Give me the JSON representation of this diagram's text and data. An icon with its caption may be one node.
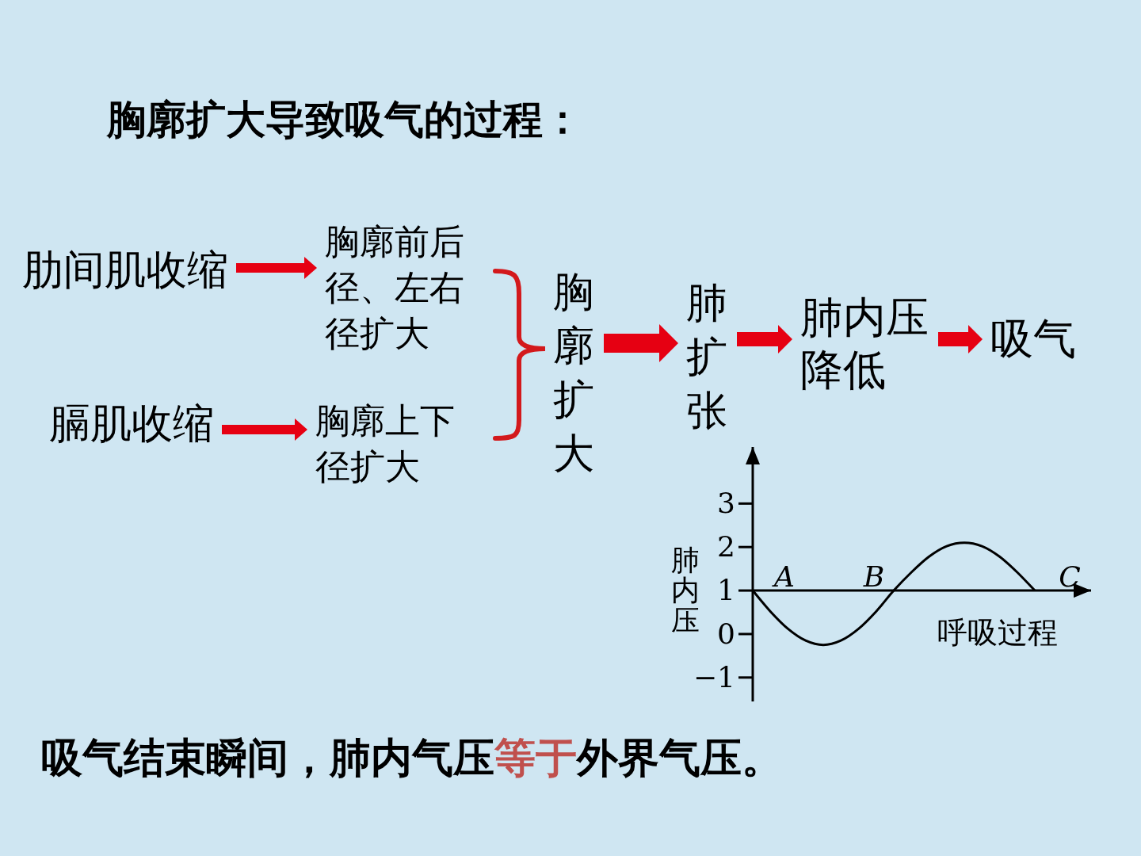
{
  "diagram": {
    "title": "胸廓扩大导致吸气的过程：",
    "caption": "吸气结束瞬间，肺内气压**等于**外界气压。",
    "nodes": [
      {
        "text": [
          "肋间肌收缩"
        ]
      },
      {
        "text": [
          "胸廓前后径、左右径扩大"
        ]
      },
      {
        "text": [
          "膈肌收缩"
        ]
      },
      {
        "text": [
          "胸廓上下径扩大"
        ]
      },
      {
        "text": [
          "胸廓扩大"
        ]
      },
      {
        "text": [
          "肺扩张"
        ]
      },
      {
        "text": [
          "肺内压降低"
        ]
      },
      {
        "text": [
          "吸气"
        ]
      }
    ],
    "edges": [
      {
        "from": 0,
        "to": 1,
        "arrow": "to"
      },
      {
        "from": 2,
        "to": 3,
        "arrow": "to"
      },
      {
        "from": 4,
        "to": 5,
        "arrow": "to"
      },
      {
        "from": 5,
        "to": 6,
        "arrow": "to"
      },
      {
        "from": 6,
        "to": 7,
        "arrow": "to"
      }
    ],
    "chart_data": {
      "type": "line",
      "xlabel": "呼吸过程",
      "ylabel": "肺内压",
      "categories": [
        null,
        null,
        null,
        null,
        null,
        null,
        null,
        null,
        null,
        null,
        null,
        null,
        null,
        null,
        null,
        null,
        null
      ],
      "series": [
        {
          "color": "#000000",
          "values": [
            1,
            0.52,
            0.12,
            -0.15,
            -0.25,
            -0.15,
            0.12,
            0.52,
            1,
            1.42,
            1.78,
            2.02,
            2.1,
            2.02,
            1.78,
            1.42,
            1
          ]
        }
      ],
      "ylim": [
        -1.55,
        4.3
      ],
      "yticks": [
        {
          "value": -1,
          "label": "−1"
        },
        {
          "value": 0,
          "label": "0"
        },
        {
          "value": 1,
          "label": "1"
        },
        {
          "value": 2,
          "label": "2"
        },
        {
          "value": 3,
          "label": "3"
        }
      ],
      "annotations": [
        "A",
        "B",
        "C"
      ]
    }
  }
}
